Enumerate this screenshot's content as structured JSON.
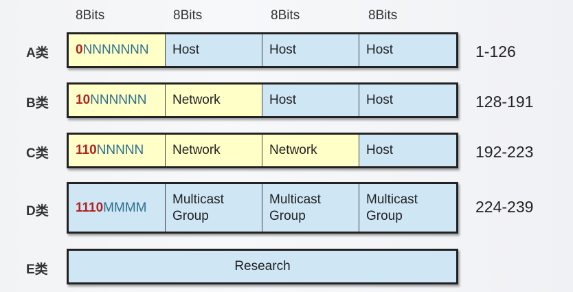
{
  "header": {
    "bits": [
      "8Bits",
      "8Bits",
      "8Bits",
      "8Bits"
    ]
  },
  "classes": [
    {
      "label": "A类",
      "prefix": "0",
      "ids": "NNNNNNN",
      "cells": [
        "Host",
        "Host",
        "Host"
      ],
      "range": "1-126"
    },
    {
      "label": "B类",
      "prefix": "10",
      "ids": "NNNNNN",
      "cells": [
        "Network",
        "Host",
        "Host"
      ],
      "range": "128-191"
    },
    {
      "label": "C类",
      "prefix": "110",
      "ids": "NNNNN",
      "cells": [
        "Network",
        "Network",
        "Host"
      ],
      "range": "192-223"
    },
    {
      "label": "D类",
      "prefix": "1110",
      "ids": "MMMM",
      "cells_line1": [
        "Multicast",
        "Multicast",
        "Multicast"
      ],
      "cells_line2": [
        "Group",
        "Group",
        "Group"
      ],
      "range": "224-239"
    },
    {
      "label": "E类",
      "text": "Research"
    }
  ],
  "colors": {
    "network_fill": "#ffffc8",
    "host_fill": "#cfe6f5",
    "prefix_red": "#b22222",
    "id_teal": "#2e6f8e"
  }
}
